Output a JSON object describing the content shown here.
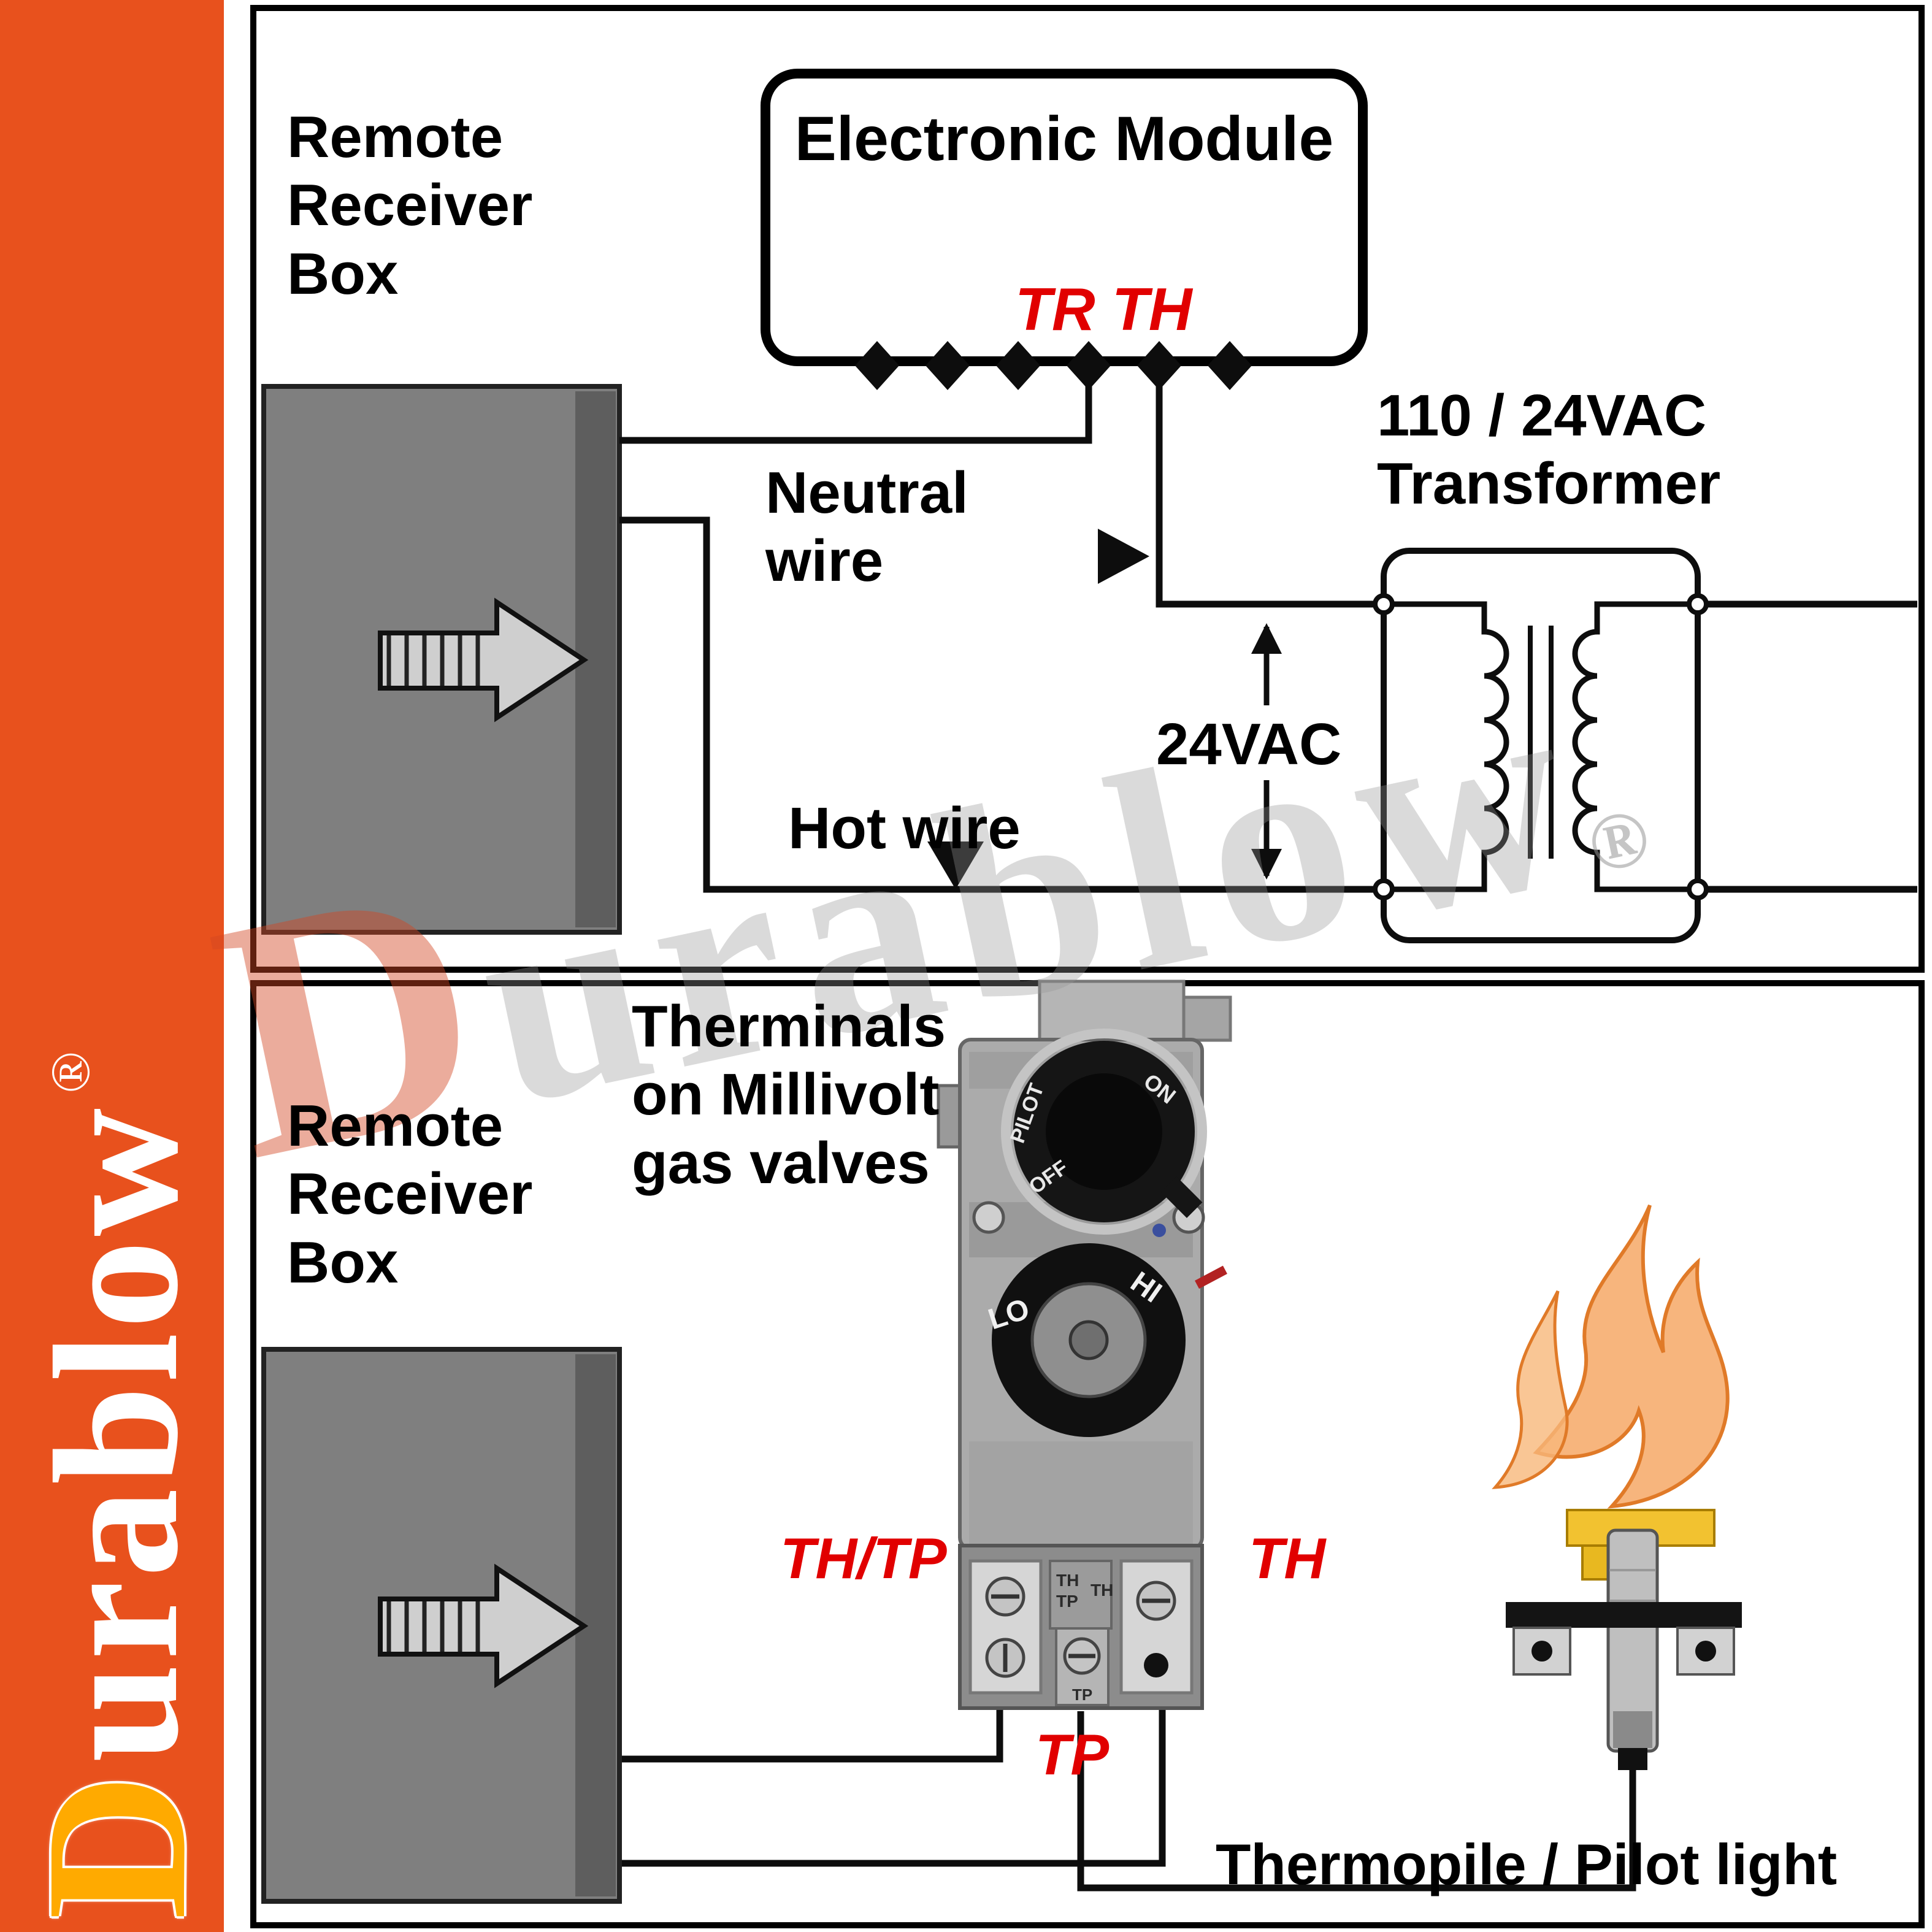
{
  "brand": {
    "logo_d": "D",
    "logo_rest": "urablow",
    "registered": "®"
  },
  "watermark": {
    "d": "D",
    "rest": "urablow",
    "registered": "®"
  },
  "colors": {
    "accent_orange": "#e8511d",
    "label_red": "#e10000",
    "wire_black": "#0d0d0d",
    "box_gray": "#7f7f7f",
    "flame_orange": "#f5a35c",
    "pilot_yellow": "#f2c230"
  },
  "top_panel": {
    "remote_box_label": "Remote\nReceiver\nBox",
    "module_title": "Electronic Module",
    "tr_th": "TR TH",
    "transformer_label": "110 / 24VAC\nTransformer",
    "neutral_label": "Neutral\nwire",
    "hot_label": "Hot wire",
    "vac_label": "24VAC"
  },
  "bottom_panel": {
    "terminals_label": "Therminals\non Millivolt\ngas valves",
    "remote_box_label": "Remote\nReceiver\nBox",
    "th_tp_label": "TH/TP",
    "th_label": "TH",
    "tp_label": "TP",
    "thermopile_label": "Thermopile / Pilot light",
    "valve": {
      "knob_on": "ON",
      "knob_off": "OFF",
      "knob_pilot": "PILOT",
      "dial_hi": "HI",
      "dial_lo": "LO",
      "marking_th_top": "TH",
      "marking_tp_top": "TP",
      "marking_th_right": "TH",
      "marking_tp_bottom": "TP"
    }
  }
}
